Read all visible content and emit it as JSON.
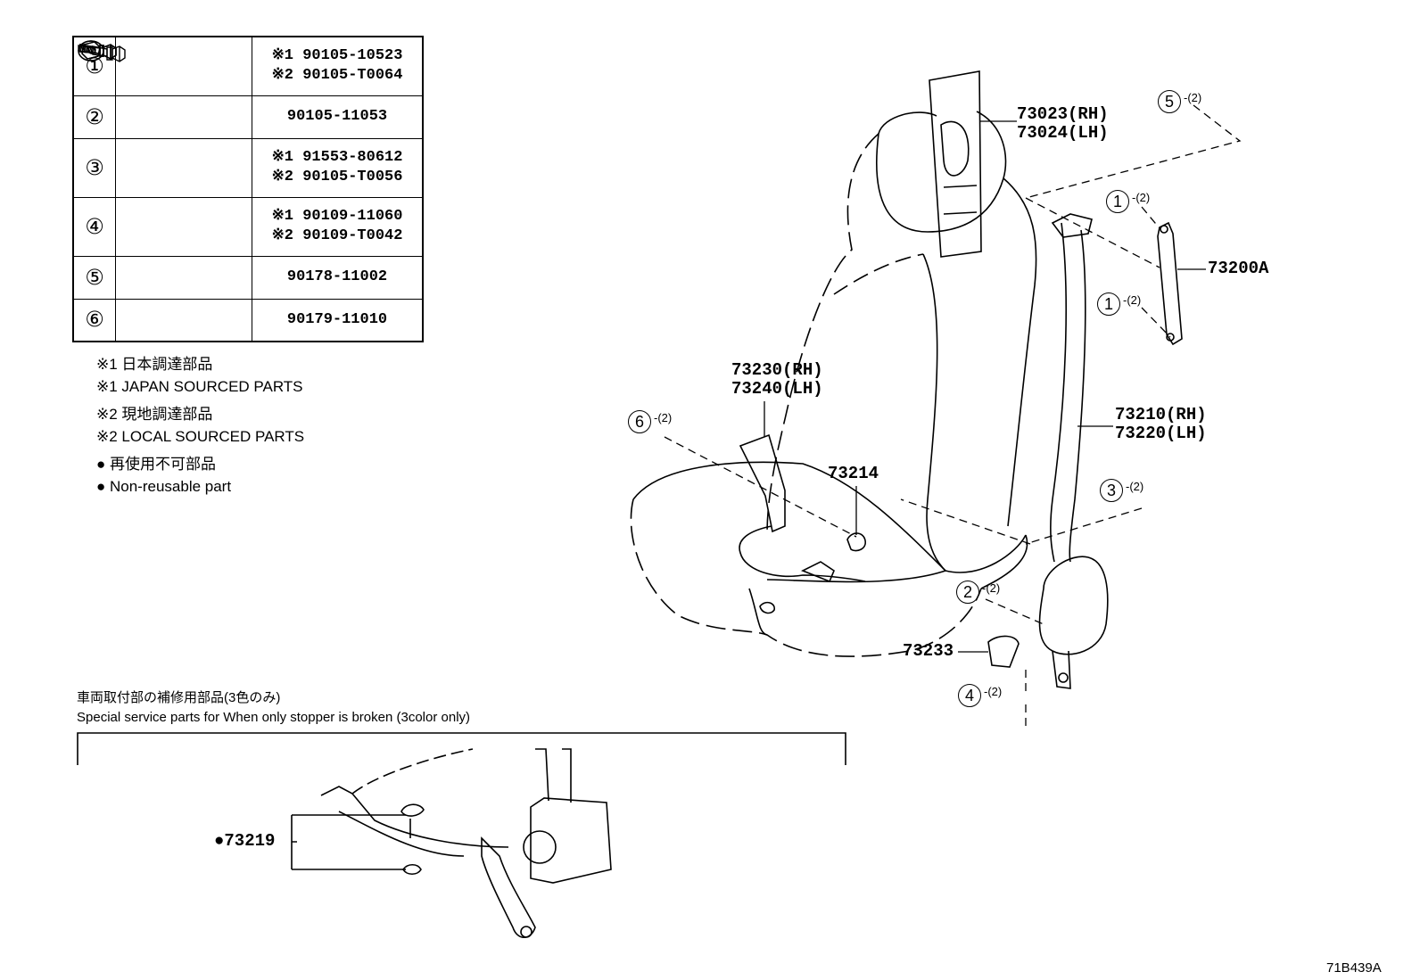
{
  "fastener_table": [
    {
      "num": "①",
      "icon": "flange-bolt-icon",
      "parts": [
        "※1 90105-10523",
        "※2 90105-T0064"
      ]
    },
    {
      "num": "②",
      "icon": "flange-bolt-icon",
      "parts": [
        "90105-11053"
      ]
    },
    {
      "num": "③",
      "icon": "flange-bolt-icon",
      "parts": [
        "※1 91553-80612",
        "※2 90105-T0056"
      ]
    },
    {
      "num": "④",
      "icon": "shoulder-bolt-icon",
      "parts": [
        "※1 90109-11060",
        "※2 90109-T0042"
      ]
    },
    {
      "num": "⑤",
      "icon": "flange-nut-icon",
      "parts": [
        "90178-11002"
      ]
    },
    {
      "num": "⑥",
      "icon": "flange-nut-icon",
      "parts": [
        "90179-11010"
      ]
    }
  ],
  "notes": [
    "※1  日本調達部品",
    "※1  JAPAN SOURCED PARTS",
    "※2  現地調達部品",
    "※2  LOCAL SOURCED PARTS",
    "●  再使用不可部品",
    "●  Non-reusable part"
  ],
  "labels": {
    "l73023": "73023(RH)",
    "l73024": "73024(LH)",
    "l73200A": "73200A",
    "l73230": "73230(RH)",
    "l73240": "73240(LH)",
    "l73214": "73214",
    "l73210": "73210(RH)",
    "l73220": "73220(LH)",
    "l73233": "73233",
    "l73219": "●73219"
  },
  "callouts": {
    "c5": {
      "num": "5",
      "qty": "-(2)"
    },
    "c1a": {
      "num": "1",
      "qty": "-(2)"
    },
    "c1b": {
      "num": "1",
      "qty": "-(2)"
    },
    "c6": {
      "num": "6",
      "qty": "-(2)"
    },
    "c3": {
      "num": "3",
      "qty": "-(2)"
    },
    "c2": {
      "num": "2",
      "qty": "-(2)"
    },
    "c4": {
      "num": "4",
      "qty": "-(2)"
    }
  },
  "service": {
    "title_jp": "車両取付部の補修用部品(3色のみ)",
    "title_en": "Special service parts for When only stopper is broken (3color only)"
  },
  "diagram_code": "71B439A"
}
